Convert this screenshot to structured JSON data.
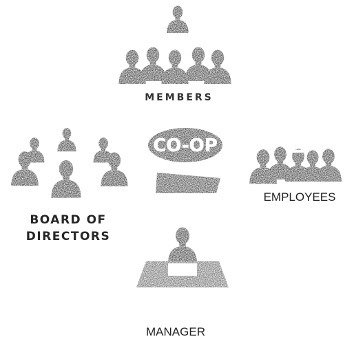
{
  "labels": {
    "members": "MEMBERS",
    "board_line1": "BOARD OF",
    "board_line2": "DIRECTORS",
    "employees": "EMPLOYEES",
    "manager": "MANAGER"
  },
  "coop_logo": {
    "text": "CO-OP"
  },
  "colors": {
    "figure": "#1e1e1e",
    "desk": "#555555",
    "background": "#ffffff"
  }
}
